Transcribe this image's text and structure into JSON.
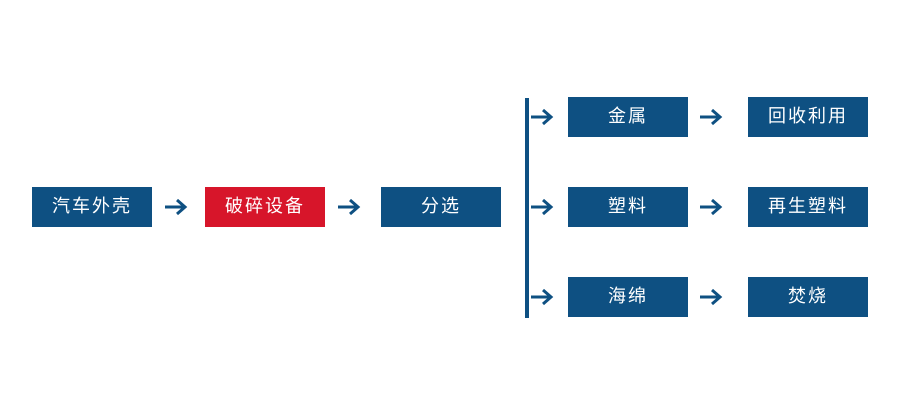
{
  "diagram": {
    "type": "flowchart",
    "title": "",
    "colors": {
      "node_blue": "#0E5082",
      "node_red": "#D7152A",
      "node_text": "#FFFFFF",
      "arrow": "#0E5082",
      "background": "#FFFFFF"
    },
    "main_chain": [
      {
        "id": "shell",
        "label": "汽车外壳",
        "color": "blue"
      },
      {
        "id": "crush",
        "label": "破碎设备",
        "color": "red"
      },
      {
        "id": "sort",
        "label": "分选",
        "color": "blue"
      }
    ],
    "branches": [
      {
        "id": "metal",
        "material": "金属",
        "destination": "回收利用"
      },
      {
        "id": "plastic",
        "material": "塑料",
        "destination": "再生塑料"
      },
      {
        "id": "sponge",
        "material": "海绵",
        "destination": "焚烧"
      }
    ],
    "arrows": {
      "glyph": "arrow-right-icon",
      "count": 8
    }
  }
}
